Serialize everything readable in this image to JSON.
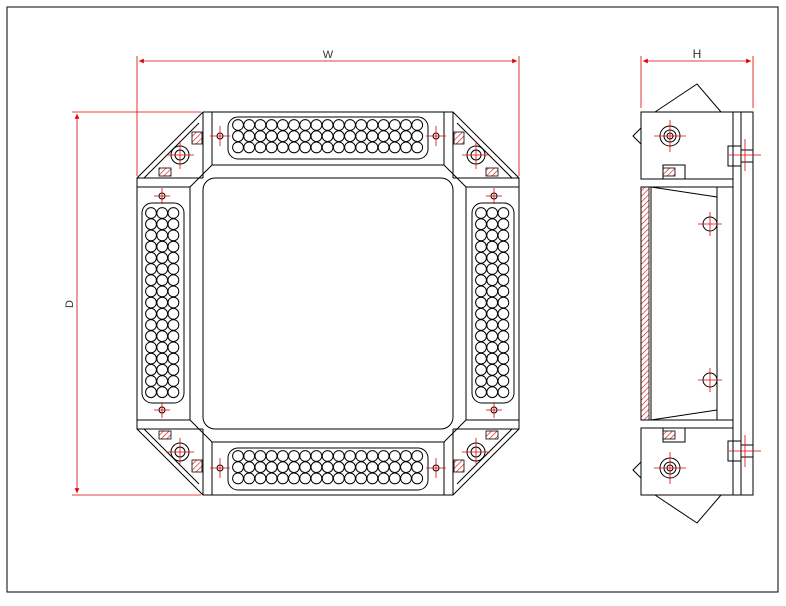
{
  "dimensions": {
    "width_label": "W",
    "height_label": "H",
    "depth_label": "D"
  },
  "roller_grid": {
    "horizontal_top": {
      "rows": 3,
      "cols": 17
    },
    "horizontal_bottom": {
      "rows": 3,
      "cols": 17
    },
    "vertical_left": {
      "rows": 17,
      "cols": 3
    },
    "vertical_right": {
      "rows": 17,
      "cols": 3
    }
  },
  "colors": {
    "outline": "#000000",
    "dimension": "#e00000",
    "hatch": "#e00000"
  }
}
